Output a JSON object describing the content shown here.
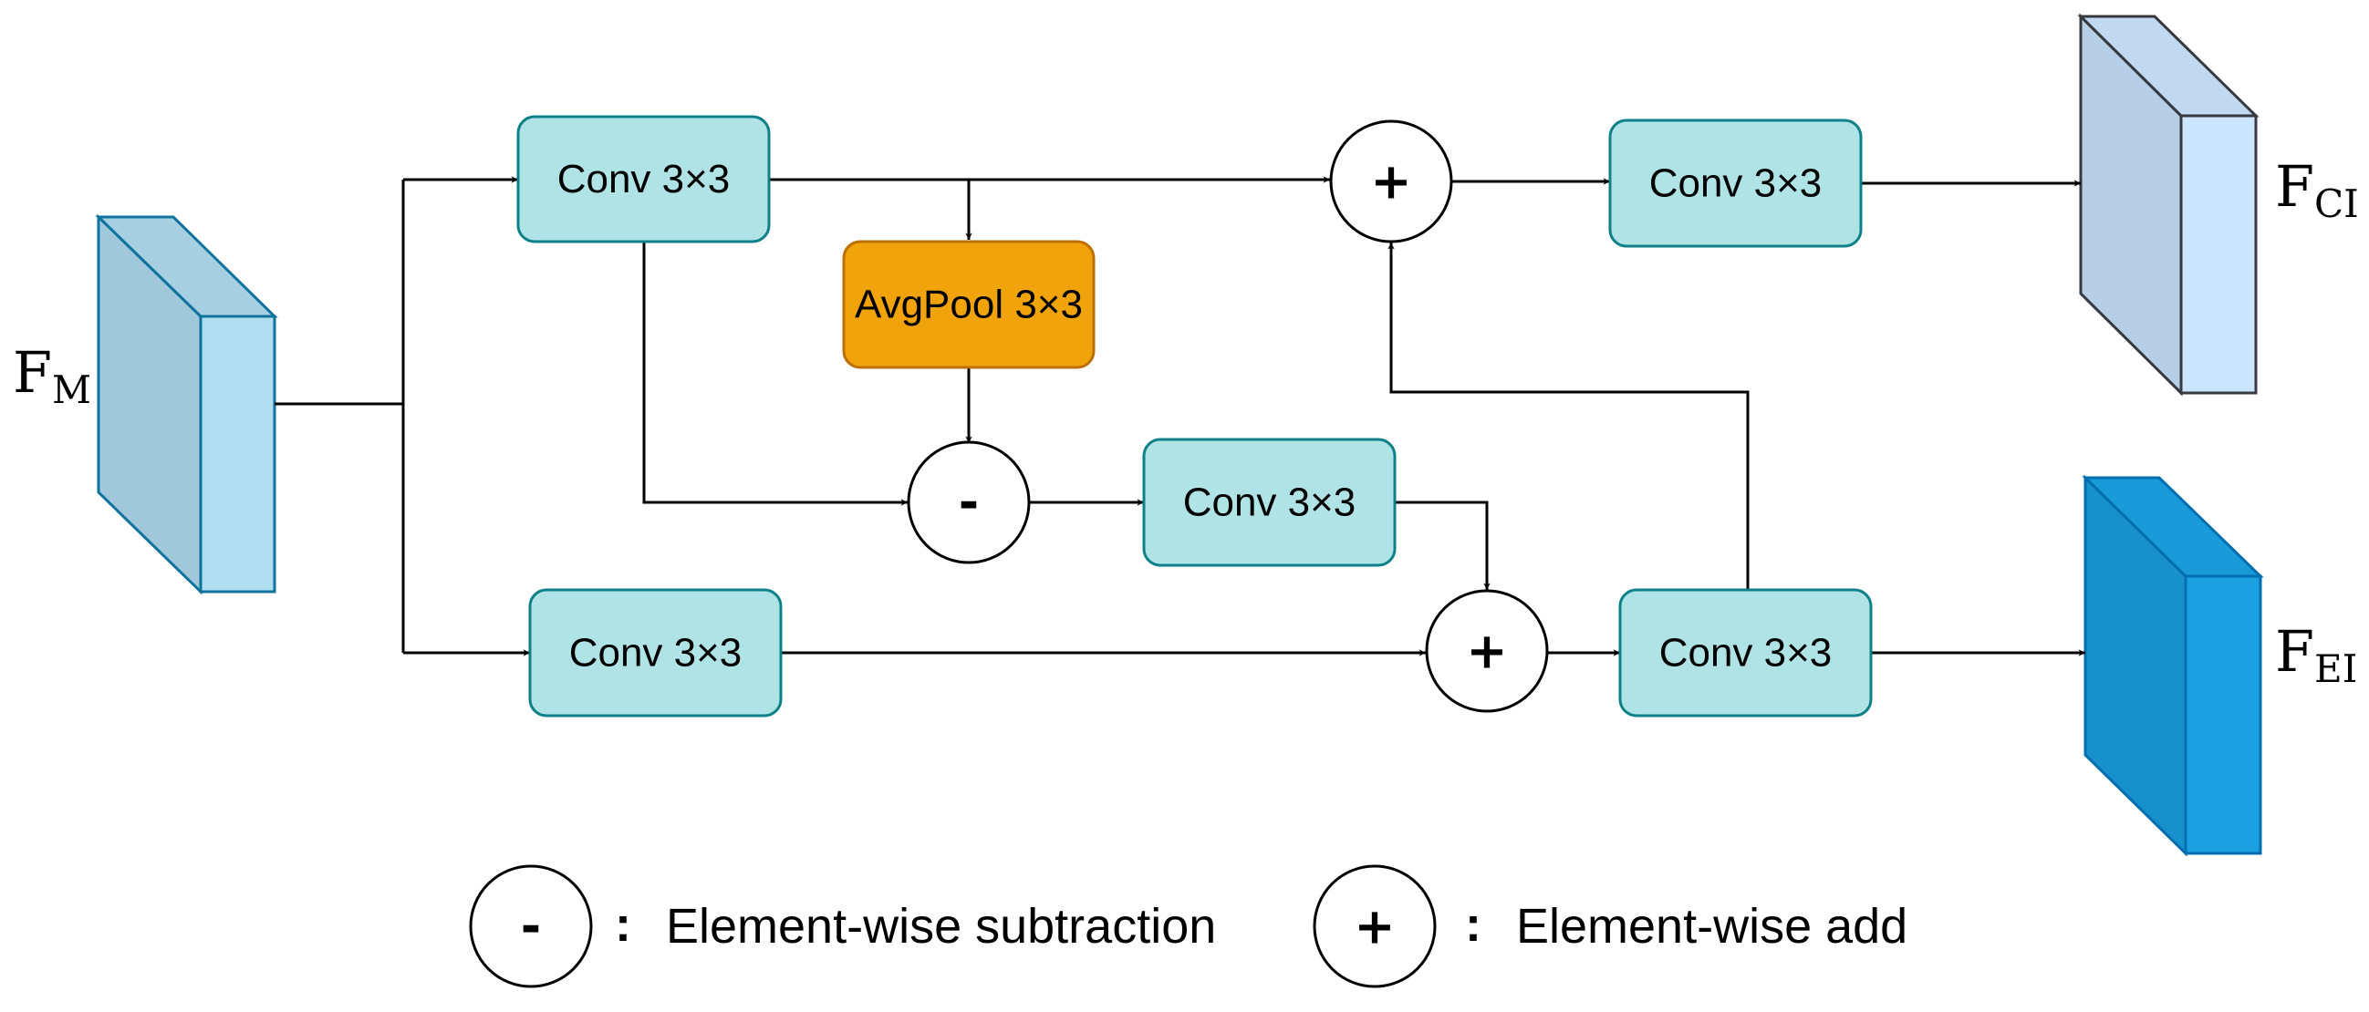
{
  "inputs": {
    "fm": {
      "main": "F",
      "sub": "M",
      "color_side": "#b1ddf0",
      "color_front": "#a1c8da",
      "stroke": "#10739e"
    }
  },
  "outputs": {
    "fci": {
      "main": "F",
      "sub": "CI",
      "color_side": "#cce5ff",
      "color_front": "#b6cee6",
      "stroke": "#36393d"
    },
    "fei": {
      "main": "F",
      "sub": "EI",
      "color_side": "#1ba1e2",
      "color_front": "#1890cb",
      "stroke": "#006eaf"
    }
  },
  "blocks": {
    "conv_top": "Conv 3×3",
    "avgpool": "AvgPool 3×3",
    "conv_mid": "Conv 3×3",
    "conv_bottom": "Conv 3×3",
    "conv_top_right": "Conv 3×3",
    "conv_bottom_right": "Conv 3×3"
  },
  "operators": {
    "add_top": "+",
    "sub_mid": "-",
    "add_bottom": "+"
  },
  "legend": {
    "sub_symbol": "-",
    "sub_colon": ":",
    "sub_text": "Element-wise subtraction",
    "add_symbol": "+",
    "add_colon": ":",
    "add_text": "Element-wise add"
  },
  "colors": {
    "conv_fill": "#b0e3e6",
    "conv_stroke": "#0e8088",
    "pool_fill": "#f0a30a",
    "pool_stroke": "#bd7000"
  }
}
